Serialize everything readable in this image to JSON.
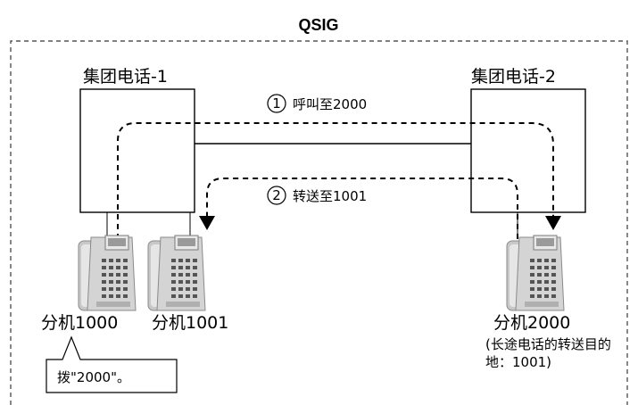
{
  "diagram": {
    "title": "QSIG",
    "pbx1_label": "集团电话-1",
    "pbx2_label": "集团电话-2",
    "step1_number": "1",
    "step1_text": "呼叫至2000",
    "step2_number": "2",
    "step2_text": "转送至1001",
    "ext1000_label": "分机1000",
    "ext1001_label": "分机1001",
    "ext2000_label": "分机2000",
    "ext2000_note_line1": "(长途电话的转送目的",
    "ext2000_note_line2": "地：1001)",
    "callout_text": "拨\"2000\"。"
  }
}
